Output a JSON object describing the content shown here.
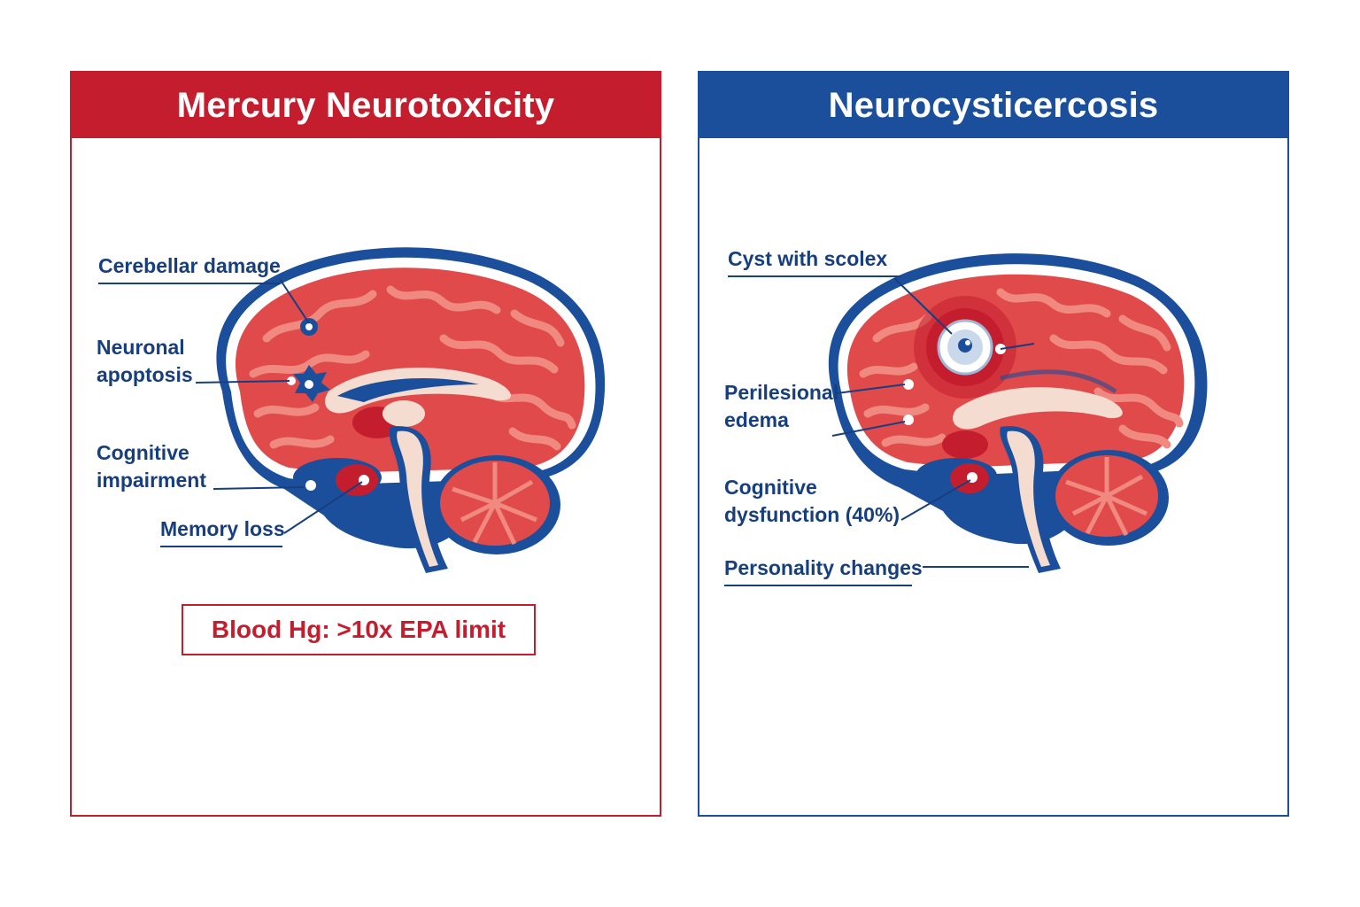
{
  "panels": {
    "left": {
      "title": "Mercury Neurotoxicity",
      "labels": {
        "cerebellar": "Cerebellar damage",
        "apoptosis_1": "Neuronal",
        "apoptosis_2": "apoptosis",
        "cognitive_1": "Cognitive",
        "cognitive_2": "impairment",
        "memory": "Memory loss"
      },
      "callout": "Blood Hg: >10x EPA limit"
    },
    "right": {
      "title": "Neurocysticercosis",
      "labels": {
        "cyst": "Cyst with scolex",
        "edema_1": "Perilesional",
        "edema_2": "edema",
        "cognitive_1": "Cognitive",
        "cognitive_2": "dysfunction (40%)",
        "personality": "Personality changes"
      }
    }
  },
  "colors": {
    "red_accent": "#c41e2e",
    "blue_accent": "#1b4f9b",
    "label_text": "#173f7f",
    "brain_outline": "#1b4f9b",
    "cortex_red": "#e04a4a",
    "cortex_pink": "#f08a80"
  }
}
